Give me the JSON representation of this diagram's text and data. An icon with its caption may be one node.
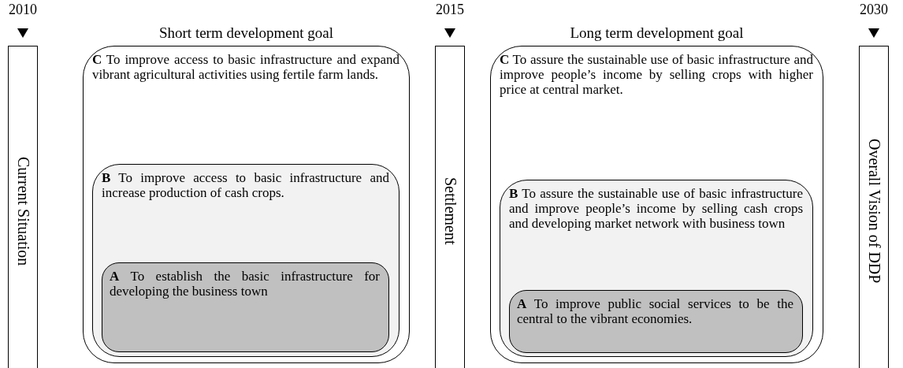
{
  "diagram": {
    "nodes": [
      {
        "text": [
          "Current Situation"
        ],
        "beside": [
          "2010"
        ]
      },
      {
        "text": [
          "Short term development goal",
          "**C** To improve access to basic infrastructure and expand vibrant agricultural activities using fertile farm lands."
        ]
      },
      {
        "text": [
          "**B** To improve access to basic infrastructure and increase production of cash crops."
        ],
        "in": 1
      },
      {
        "text": [
          "**A** To establish the basic infrastructure for developing the business town"
        ],
        "in": 2
      },
      {
        "text": [
          "Settlement"
        ],
        "beside": [
          "2015"
        ]
      },
      {
        "text": [
          "Long term development goal",
          "**C** To assure the sustainable use of basic infrastructure and improve people’s income by selling crops with higher price at central market."
        ]
      },
      {
        "text": [
          "**B** To assure the sustainable use of basic infrastructure and improve people’s income by selling cash crops and developing market network with business town"
        ],
        "in": 5
      },
      {
        "text": [
          "**A** To improve public social services to be the central to the vibrant economies."
        ],
        "in": 6
      },
      {
        "text": [
          "Overall Vision of DDP"
        ],
        "beside": [
          "2030"
        ]
      }
    ]
  }
}
